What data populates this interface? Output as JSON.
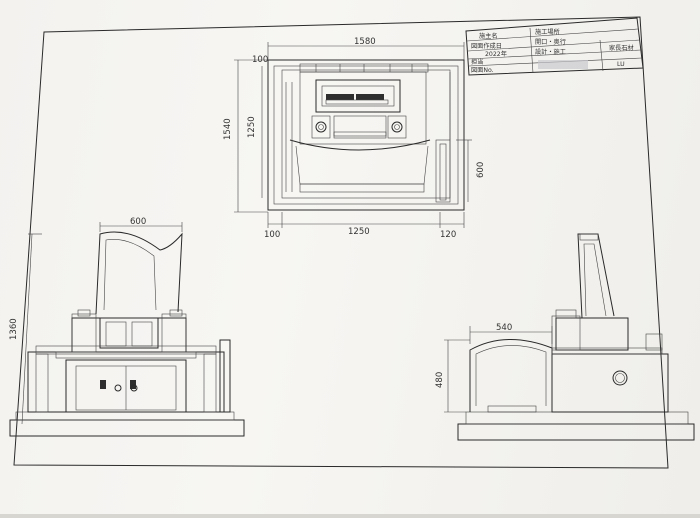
{
  "title_block": {
    "r1c1": "施主名",
    "r1c2": "施工場所",
    "r2c1": "図面作成日",
    "r2c2": "開口・奥行",
    "r2date": "2022年",
    "r3c2": "設計・施工",
    "r3c3": "家長石材",
    "r4c1": "担当",
    "r5c1": "図面No.",
    "r5c3": "LU"
  },
  "dimensions": {
    "top_width": "1580",
    "top_margin": "100",
    "top_height": "1540",
    "inner_height": "1250",
    "side_height": "600",
    "bottom_left": "100",
    "bottom_mid": "1250",
    "bottom_right": "120",
    "front_stone_width": "600",
    "front_height": "1360",
    "side_width": "540",
    "side_vase_height": "480"
  }
}
